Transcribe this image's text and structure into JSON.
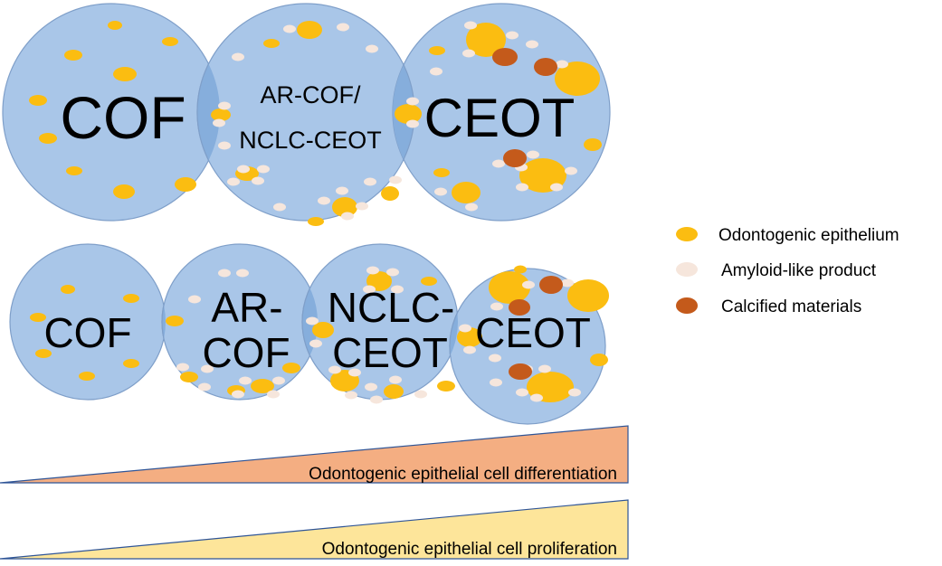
{
  "colors": {
    "circle_fill": "#a9c6e8",
    "circle_stroke": "#7f9fc9",
    "overlap_fill": "#86aedc",
    "odontogenic_epithelium": "#fbbd11",
    "amyloid_like_product": "#f6e6dc",
    "calcified_materials": "#c45a1b",
    "differentiation_wedge": "#f4ae82",
    "proliferation_wedge": "#fde59a",
    "wedge_stroke": "#2f5597"
  },
  "top_row": {
    "cof": "COF",
    "middle_line1": "AR-COF/",
    "middle_line2": "NCLC-CEOT",
    "ceot": "CEOT"
  },
  "bottom_row": {
    "cof": "COF",
    "ar_cof_line1": "AR-",
    "ar_cof_line2": "COF",
    "nclc_line1": "NCLC-",
    "nclc_line2": "CEOT",
    "ceot": "CEOT"
  },
  "legend": {
    "epithelium": {
      "label": "Odontogenic epithelium",
      "icon": "yellow-ellipse-icon"
    },
    "amyloid": {
      "label": "Amyloid-like product",
      "icon": "pale-ellipse-icon"
    },
    "calcified": {
      "label": "Calcified materials",
      "icon": "brown-ellipse-icon"
    }
  },
  "gradients": {
    "differentiation": "Odontogenic epithelial cell differentiation",
    "proliferation": "Odontogenic epithelial cell proliferation"
  }
}
